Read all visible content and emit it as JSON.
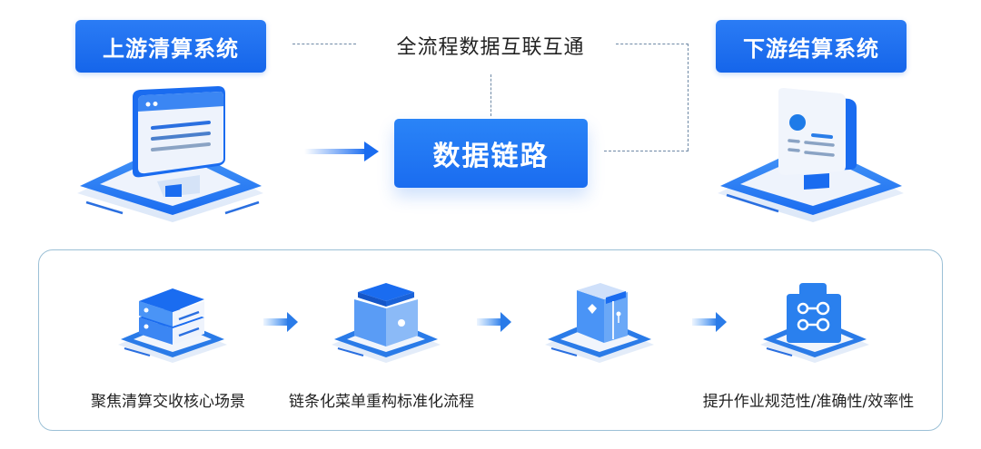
{
  "top": {
    "upstream_label": "上游清算系统",
    "downstream_label": "下游结算系统",
    "connection_title": "全流程数据互联互通",
    "center_label": "数据链路"
  },
  "steps": [
    {
      "label": "聚焦清算交收核心场景",
      "icon": "server-stack-icon"
    },
    {
      "label": "链条化菜单重构标准化流程",
      "icon": "cube-icon"
    },
    {
      "label": "",
      "icon": "open-box-icon"
    },
    {
      "label": "提升作业规范性/准确性/效率性",
      "icon": "flow-node-icon"
    }
  ],
  "colors": {
    "primary": "#1a6cf0",
    "primary_light": "#4a9af8",
    "panel_border": "#9cc0d6",
    "dash_line": "#6f8aa6",
    "text": "#222222"
  }
}
